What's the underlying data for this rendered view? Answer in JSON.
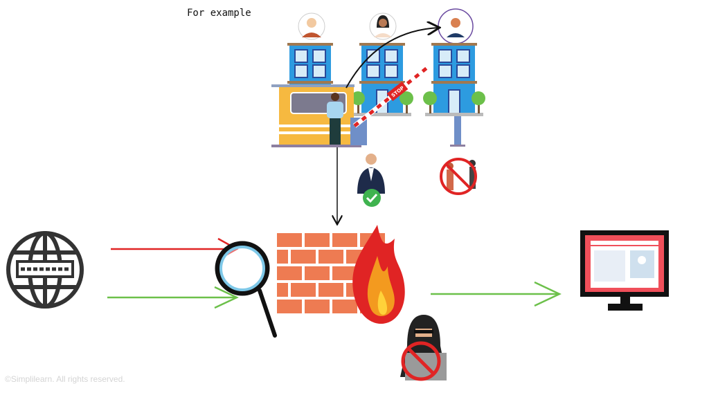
{
  "caption": "For example",
  "stop_sign": "STOP",
  "copyright": "©Simplilearn. All rights reserved.",
  "colors": {
    "allowed": "#6cc04a",
    "blocked": "#e02424",
    "building": "#2d9be0",
    "wall": "#ee7b52",
    "monitor": "#f04f5a"
  }
}
